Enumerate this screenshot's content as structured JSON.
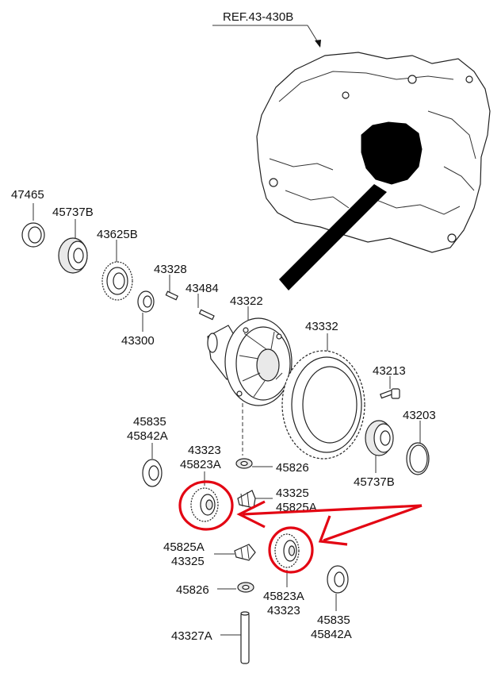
{
  "reference": {
    "text": "REF.43-430B"
  },
  "labels": {
    "p47465": "47465",
    "p45737B_top": "45737B",
    "p43625B": "43625B",
    "p43328": "43328",
    "p43484": "43484",
    "p43322": "43322",
    "p43300": "43300",
    "p43332": "43332",
    "p43213": "43213",
    "p43203": "43203",
    "p45835_left": "45835",
    "p45842A_left": "45842A",
    "p43323_top": "43323",
    "p45823A_top": "45823A",
    "p45826_top": "45826",
    "p45737B_bottom": "45737B",
    "p43325_right": "43325",
    "p45825A_right": "45825A",
    "p45825A_left": "45825A",
    "p43325_left": "43325",
    "p45826_bottom": "45826",
    "p45823A_bottom": "45823A",
    "p43323_bottom": "43323",
    "p45835_bottom": "45835",
    "p45842A_bottom": "45842A",
    "p43327A": "43327A"
  },
  "colors": {
    "annotation": "#e30613",
    "line": "#222222",
    "background": "#ffffff"
  }
}
